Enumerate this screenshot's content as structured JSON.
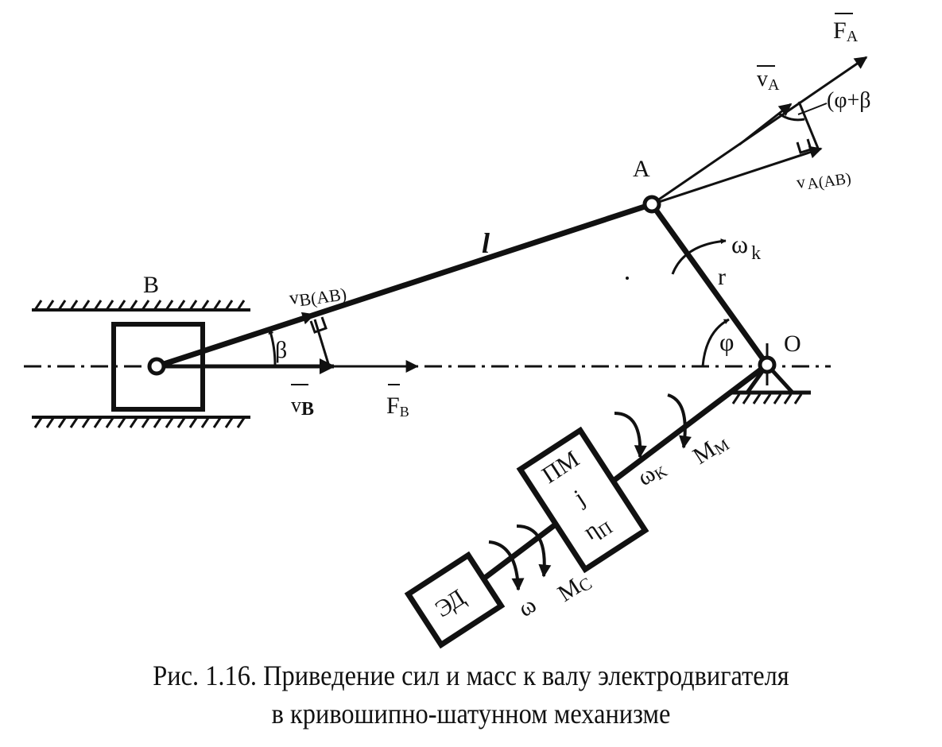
{
  "figure": {
    "points": {
      "A": "A",
      "B": "B",
      "O": "O"
    },
    "links": {
      "connecting_rod": "l",
      "crank": "r"
    },
    "angles": {
      "beta": "β",
      "phi": "φ",
      "phi_plus_beta": "(φ+β"
    },
    "vectors": {
      "F_A": {
        "main": "F",
        "sub": "A"
      },
      "v_A": {
        "main": "v",
        "sub": "A"
      },
      "v_A_AB": {
        "main": "v",
        "sub": "A(AB)"
      },
      "F_B": {
        "main": "F",
        "sub": "B"
      },
      "v_B": {
        "main": "v",
        "sub": "B"
      },
      "v_B_AB": {
        "main": "v",
        "sub": "B(AB)"
      }
    },
    "rotation": {
      "omega_k_crank": {
        "main": "ω",
        "sub": "k"
      },
      "omega_k_shaft": {
        "main": "ω",
        "sub": "K"
      },
      "M_m": {
        "main": "M",
        "sub": "M"
      },
      "omega": "ω",
      "M_c": {
        "main": "M",
        "sub": "C"
      }
    },
    "blocks": {
      "transmission": {
        "line1": "ПМ",
        "line2": "j",
        "line3_main": "η",
        "line3_sub": "П"
      },
      "motor": "ЭД"
    }
  },
  "caption": {
    "line1": "Рис. 1.16. Приведение сил и масс к валу электродвигателя",
    "line2": "в кривошипно-шатунном механизме"
  },
  "colors": {
    "ink": "#111111",
    "paper": "#ffffff"
  }
}
